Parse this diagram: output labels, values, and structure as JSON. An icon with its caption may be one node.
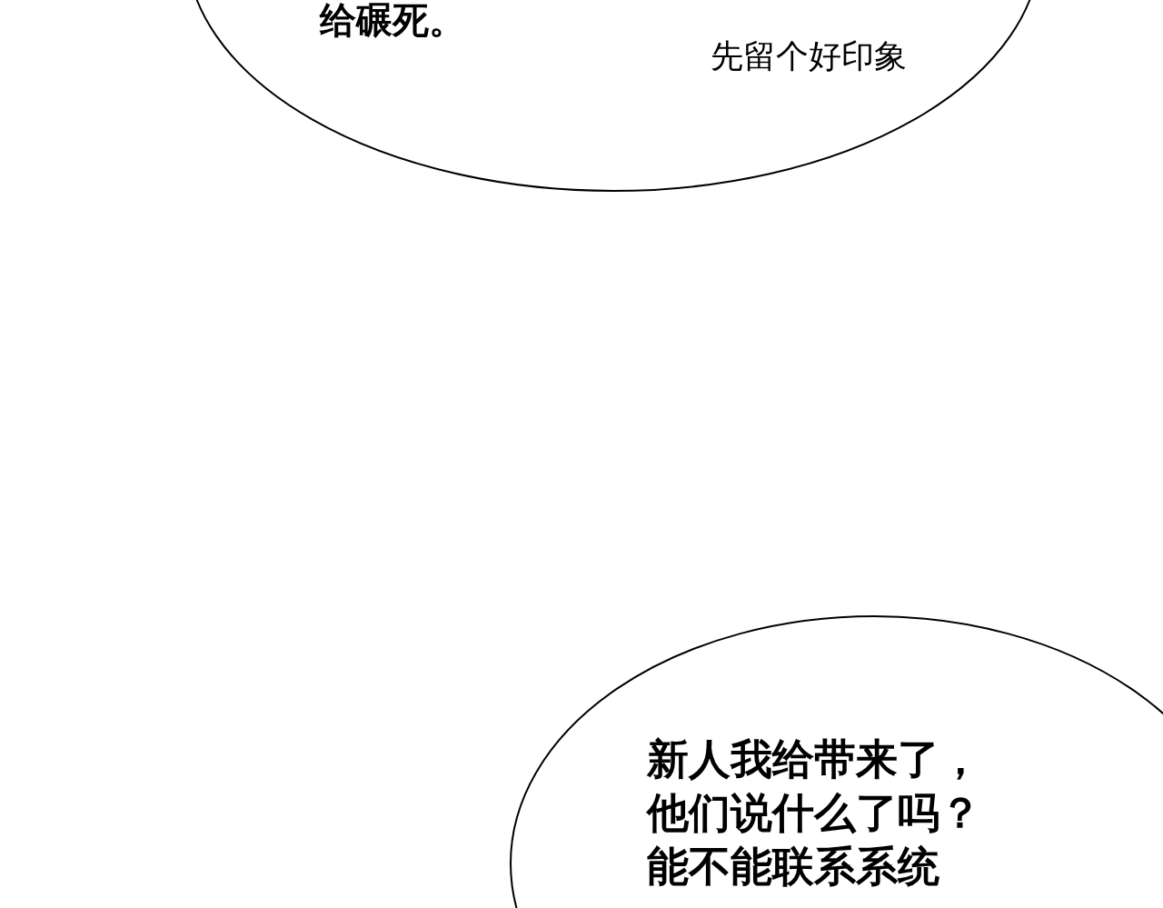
{
  "diagram": {
    "nodes": [
      {
        "text": [
          "给碾死。",
          "先留个好印象"
        ]
      },
      {
        "text": [
          "新人我给带来了，他们说什么了吗？能不能联系系统"
        ]
      }
    ]
  }
}
